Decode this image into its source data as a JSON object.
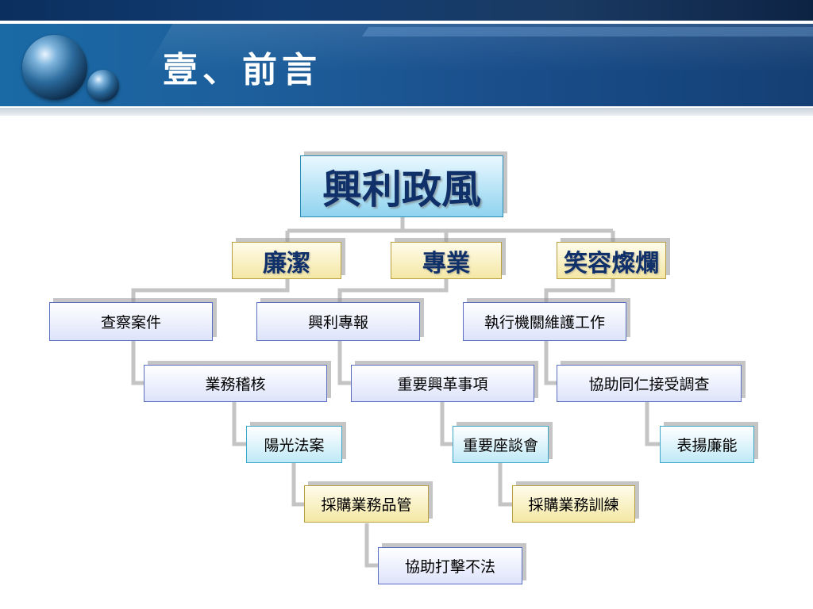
{
  "slide": {
    "title": "壹、前言"
  },
  "org": {
    "root": "興利政風",
    "level1": [
      "廉潔",
      "專業",
      "笑容燦爛"
    ],
    "items": {
      "n1": "查察案件",
      "n2": "興利專報",
      "n3": "執行機關維護工作",
      "n4": "業務稽核",
      "n5": "重要興革事項",
      "n6": "協助同仁接受調查",
      "n7": "陽光法案",
      "n8": "重要座談會",
      "n9": "表揚廉能",
      "n10": "採購業務品管",
      "n11": "採購業務訓練",
      "n12": "協助打擊不法"
    }
  },
  "colors": {
    "connector": "#c4c4c4",
    "header_band": "#1a5f9c",
    "node_blue_border": "#5a6fc4",
    "node_cyan_border": "#3aa6c8",
    "node_yellow_border": "#b8a040"
  }
}
